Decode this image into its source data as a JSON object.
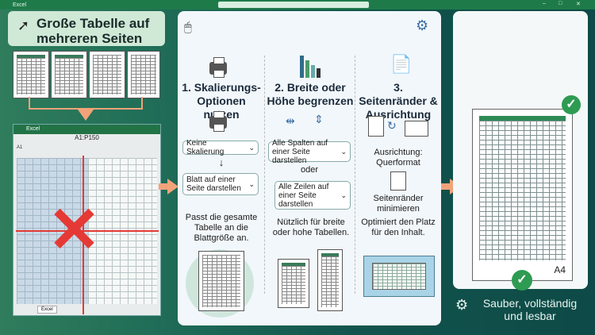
{
  "window": {
    "app_name": "Excel"
  },
  "left": {
    "title": "Große Tabelle auf mehreren Seiten",
    "excel": {
      "bar_title": "Excel",
      "cell_ref": "A1:P150",
      "name_box": "A1",
      "sheet_tab": "Excel"
    }
  },
  "middle": {
    "col1": {
      "heading": "1. Skalierungs-Optionen nutzen",
      "option1": "Keine Skalierung",
      "option2": "Blatt auf einer Seite darstellen",
      "description": "Passt die gesamte Tabelle an die Blattgröße an."
    },
    "col2": {
      "heading": "2. Breite oder Höhe begrenzen",
      "option1": "Alle Spalten auf einer Seite darstellen",
      "separator": "oder",
      "option2": "Alle Zeilen auf einer Seite darstellen",
      "description": "Nützlich für breite oder hohe Tabellen."
    },
    "col3": {
      "heading": "3. Seitenränder & Ausrichtung",
      "orientation": "Ausrichtung: Querformat",
      "margins": "Seitenränder minimieren",
      "description": "Optimiert den Platz für den Inhalt."
    }
  },
  "right": {
    "page_label": "A4",
    "result": "Sauber, vollständig und lesbar"
  },
  "colors": {
    "accent": "#f2a37a",
    "excel_green": "#217346",
    "error": "#e53935",
    "ok": "#2e9b52"
  },
  "icons": [
    "cursor-icon",
    "printer-icon",
    "bar-chart-icon",
    "document-icon",
    "mouse-icon",
    "gear-icon",
    "check-icon",
    "rotate-icon"
  ]
}
